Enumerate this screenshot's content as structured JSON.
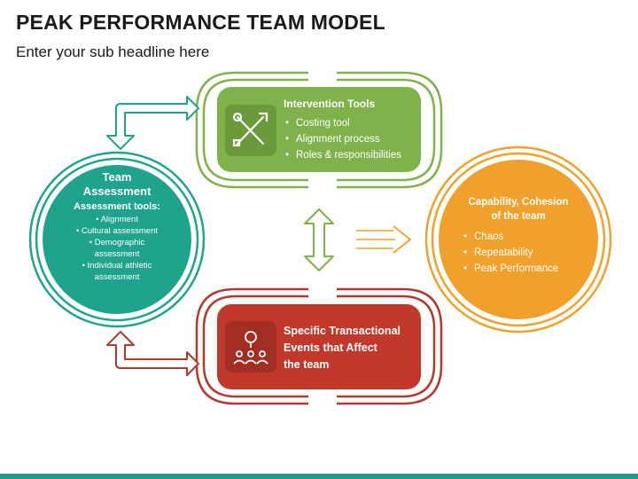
{
  "title": "PEAK PERFORMANCE TEAM MODEL",
  "subtitle": "Enter your sub headline here",
  "intervention": {
    "title": "Intervention Tools",
    "items": [
      "Costing tool",
      "Alignment process",
      "Roles & responsibilities"
    ],
    "icon": "tools-icon",
    "color": "#7fb24a"
  },
  "assessment": {
    "title_line1": "Team",
    "title_line2": "Assessment",
    "subtitle": "Assessment tools:",
    "items": [
      "Alignment",
      "Cultural assessment",
      "Demographic assessment",
      "Individual athletic assessment"
    ],
    "color": "#20a38c"
  },
  "capability": {
    "title_line1": "Capability, Cohesion",
    "title_line2": "of the team",
    "items": [
      "Chaos",
      "Repeatability",
      "Peak Performance"
    ],
    "color": "#f0a12b"
  },
  "events": {
    "title_line1": "Specific Transactional",
    "title_line2": "Events that Affect",
    "title_line3": "the team",
    "icon": "team-idea-icon",
    "color": "#c0392b"
  }
}
